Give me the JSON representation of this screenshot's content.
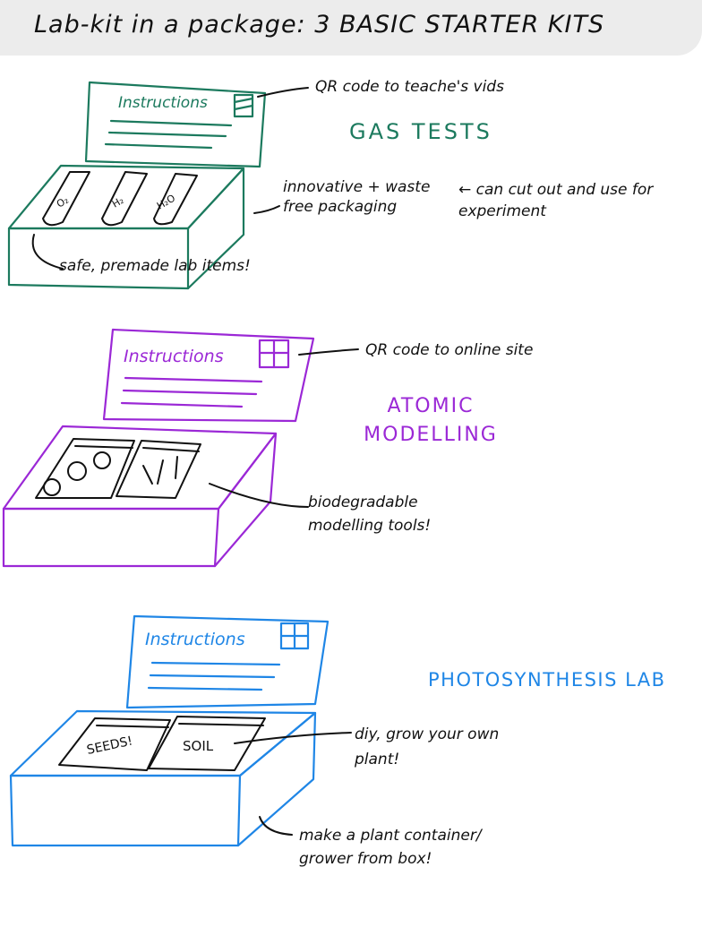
{
  "title": "Lab-kit in a package: 3 BASIC STARTER KITS",
  "colors": {
    "gas_kit": "#1c7a5e",
    "atomic_kit": "#9b28d6",
    "photo_kit": "#1f86e6",
    "ink": "#111111"
  },
  "kits": [
    {
      "name": "GAS TESTS",
      "lid_label": "Instructions",
      "tubes": [
        "O₂",
        "H₂",
        "H₂O"
      ],
      "annotations": {
        "qr": "QR code to teache's vids",
        "packaging": "innovative + waste free packaging",
        "cut_out": "← can cut out and use for experiment",
        "items": "safe, premade lab items!"
      },
      "icons": [
        "qr-code-icon",
        "test-tube-icon"
      ]
    },
    {
      "name": "ATOMIC MODELLING",
      "lid_label": "Instructions",
      "annotations": {
        "qr": "QR code to online site",
        "tools": "biodegradable modelling tools!"
      },
      "icons": [
        "qr-code-icon",
        "ziplock-bag-icon"
      ]
    },
    {
      "name": "PHOTOSYNTHESIS LAB",
      "lid_label": "Instructions",
      "bags": [
        "SEEDS!",
        "SOIL"
      ],
      "annotations": {
        "diy": "diy, grow your own plant!",
        "container": "make a plant container/ grower from box!"
      },
      "icons": [
        "qr-code-icon",
        "ziplock-bag-icon"
      ]
    }
  ]
}
